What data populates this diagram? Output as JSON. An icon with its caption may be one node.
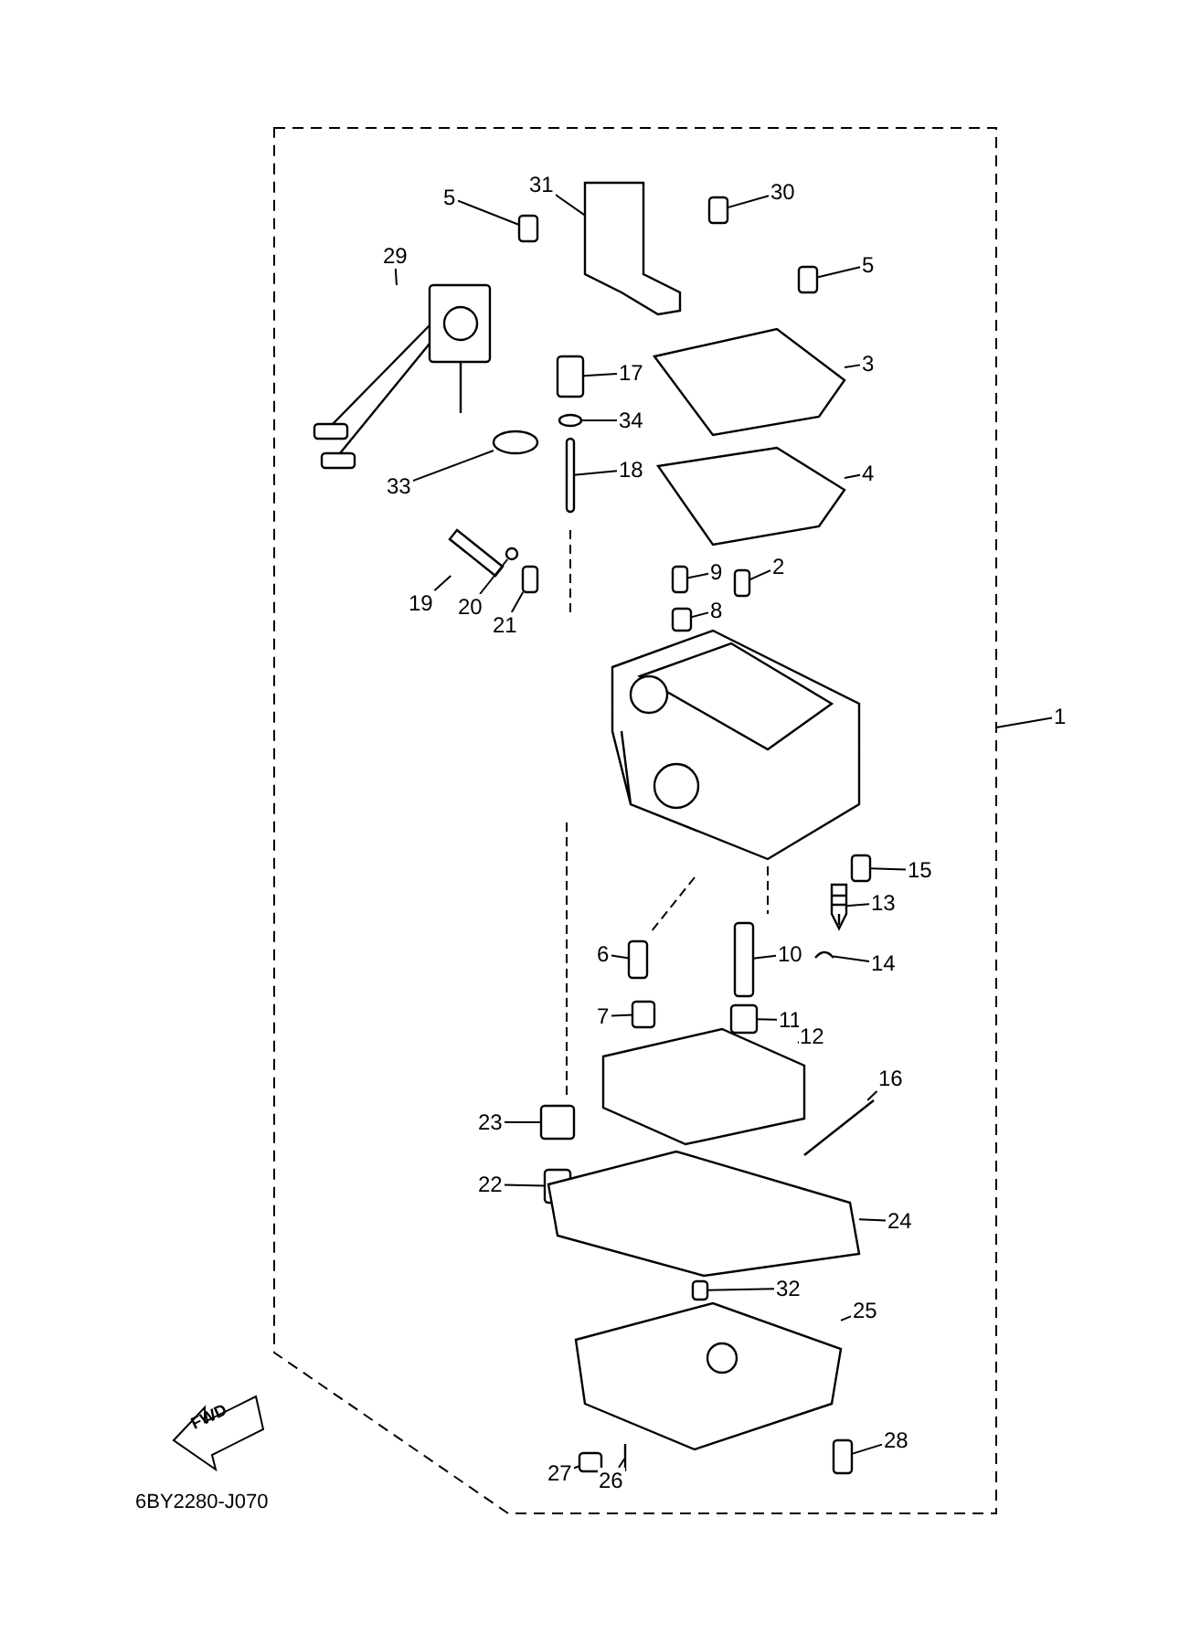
{
  "diagram": {
    "nodes": [
      {
        "text": [
          "5"
        ]
      },
      {
        "text": [
          "31"
        ]
      },
      {
        "text": [
          "30"
        ]
      },
      {
        "text": [
          "29"
        ]
      },
      {
        "text": [
          "5"
        ]
      },
      {
        "text": [
          "3"
        ]
      },
      {
        "text": [
          "17"
        ]
      },
      {
        "text": [
          "34"
        ]
      },
      {
        "text": [
          "33"
        ]
      },
      {
        "text": [
          "4"
        ]
      },
      {
        "text": [
          "18"
        ]
      },
      {
        "text": [
          "9"
        ]
      },
      {
        "text": [
          "2"
        ]
      },
      {
        "text": [
          "8"
        ]
      },
      {
        "text": [
          "19"
        ]
      },
      {
        "text": [
          "20"
        ]
      },
      {
        "text": [
          "21"
        ]
      },
      {
        "text": [
          "1"
        ]
      },
      {
        "text": [
          "15"
        ]
      },
      {
        "text": [
          "13"
        ]
      },
      {
        "text": [
          "6"
        ]
      },
      {
        "text": [
          "10"
        ]
      },
      {
        "text": [
          "14"
        ]
      },
      {
        "text": [
          "7"
        ]
      },
      {
        "text": [
          "11"
        ]
      },
      {
        "text": [
          "12"
        ]
      },
      {
        "text": [
          "16"
        ]
      },
      {
        "text": [
          "23"
        ]
      },
      {
        "text": [
          "22"
        ]
      },
      {
        "text": [
          "24"
        ]
      },
      {
        "text": [
          "32"
        ]
      },
      {
        "text": [
          "25"
        ]
      },
      {
        "text": [
          "27"
        ]
      },
      {
        "text": [
          "26"
        ]
      },
      {
        "text": [
          "28"
        ]
      },
      {
        "text": [],
        "shape": "box"
      },
      {
        "text": [],
        "shape": "picture"
      },
      {
        "text": [],
        "shape": "box"
      },
      {
        "text": [],
        "shape": "picture"
      },
      {
        "text": [],
        "shape": "box"
      },
      {
        "text": [],
        "shape": "picture"
      },
      {
        "text": [],
        "shape": "box"
      },
      {
        "text": [],
        "shape": "circle"
      },
      {
        "text": [],
        "shape": "circle"
      },
      {
        "text": [],
        "shape": "picture"
      },
      {
        "text": [],
        "shape": "box"
      },
      {
        "text": [],
        "shape": "box"
      },
      {
        "text": [],
        "shape": "box"
      },
      {
        "text": [],
        "shape": "box"
      },
      {
        "text": [],
        "shape": "picture"
      },
      {
        "text": [],
        "shape": "circle"
      },
      {
        "text": [],
        "shape": "box"
      },
      {
        "text": [],
        "shape": "box"
      },
      {
        "text": [],
        "shape": "picture"
      },
      {
        "text": [],
        "shape": "box"
      },
      {
        "text": [],
        "shape": "box"
      },
      {
        "text": [],
        "shape": "picture"
      },
      {
        "text": [],
        "shape": "box"
      },
      {
        "text": [],
        "shape": "box"
      },
      {
        "text": [],
        "shape": "picture"
      },
      {
        "text": [],
        "shape": "picture"
      },
      {
        "text": [],
        "shape": "box"
      },
      {
        "text": [],
        "shape": "box"
      },
      {
        "text": [],
        "shape": "picture"
      },
      {
        "text": [],
        "shape": "box"
      },
      {
        "text": [],
        "shape": "picture"
      },
      {
        "text": [],
        "shape": "box"
      },
      {
        "text": [],
        "shape": "picture"
      },
      {
        "text": [],
        "shape": "box"
      }
    ],
    "edges": [
      {
        "from": 0,
        "to": 35,
        "arrow": "none"
      },
      {
        "from": 1,
        "to": 36,
        "arrow": "none"
      },
      {
        "from": 2,
        "to": 37,
        "arrow": "none"
      },
      {
        "from": 3,
        "to": 38,
        "arrow": "none"
      },
      {
        "from": 4,
        "to": 39,
        "arrow": "none"
      },
      {
        "from": 5,
        "to": 40,
        "arrow": "none"
      },
      {
        "from": 6,
        "to": 41,
        "arrow": "none"
      },
      {
        "from": 7,
        "to": 42,
        "arrow": "none"
      },
      {
        "from": 8,
        "to": 43,
        "arrow": "none"
      },
      {
        "from": 9,
        "to": 44,
        "arrow": "none"
      },
      {
        "from": 10,
        "to": 45,
        "arrow": "none"
      },
      {
        "from": 11,
        "to": 46,
        "arrow": "none"
      },
      {
        "from": 12,
        "to": 47,
        "arrow": "none"
      },
      {
        "from": 13,
        "to": 48,
        "arrow": "none"
      },
      {
        "from": 14,
        "to": 49,
        "arrow": "none"
      },
      {
        "from": 15,
        "to": 50,
        "arrow": "none"
      },
      {
        "from": 16,
        "to": 51,
        "arrow": "none"
      },
      {
        "from": 17,
        "to": null,
        "arrow": "none"
      },
      {
        "from": 18,
        "to": 52,
        "arrow": "none"
      },
      {
        "from": 19,
        "to": 53,
        "arrow": "none"
      },
      {
        "from": 20,
        "to": 54,
        "arrow": "none"
      },
      {
        "from": 21,
        "to": 55,
        "arrow": "none"
      },
      {
        "from": 22,
        "to": 56,
        "arrow": "none"
      },
      {
        "from": 23,
        "to": 57,
        "arrow": "none"
      },
      {
        "from": 24,
        "to": 58,
        "arrow": "none"
      },
      {
        "from": 25,
        "to": 59,
        "arrow": "none"
      },
      {
        "from": 26,
        "to": 60,
        "arrow": "none"
      },
      {
        "from": 27,
        "to": 61,
        "arrow": "none"
      },
      {
        "from": 28,
        "to": 62,
        "arrow": "none"
      },
      {
        "from": 29,
        "to": 63,
        "arrow": "none"
      },
      {
        "from": 30,
        "to": 64,
        "arrow": "none"
      },
      {
        "from": 31,
        "to": 65,
        "arrow": "none"
      },
      {
        "from": 32,
        "to": 66,
        "arrow": "none"
      },
      {
        "from": 33,
        "to": 67,
        "arrow": "none"
      },
      {
        "from": 34,
        "to": 68,
        "arrow": "none"
      }
    ],
    "labels": [
      "FWD",
      "6BY2280-J070"
    ]
  }
}
